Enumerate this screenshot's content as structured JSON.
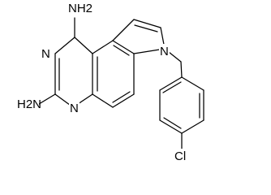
{
  "molecule": {
    "atoms": {
      "nh2_top": "NH2",
      "n_ring_upper": "N",
      "nh2_left": "H2N",
      "n_ring_lower": "N",
      "n_pyrrole": "N",
      "cl": "Cl"
    },
    "text_color": "#000000",
    "bond_color": "#000000",
    "background": "#ffffff"
  }
}
